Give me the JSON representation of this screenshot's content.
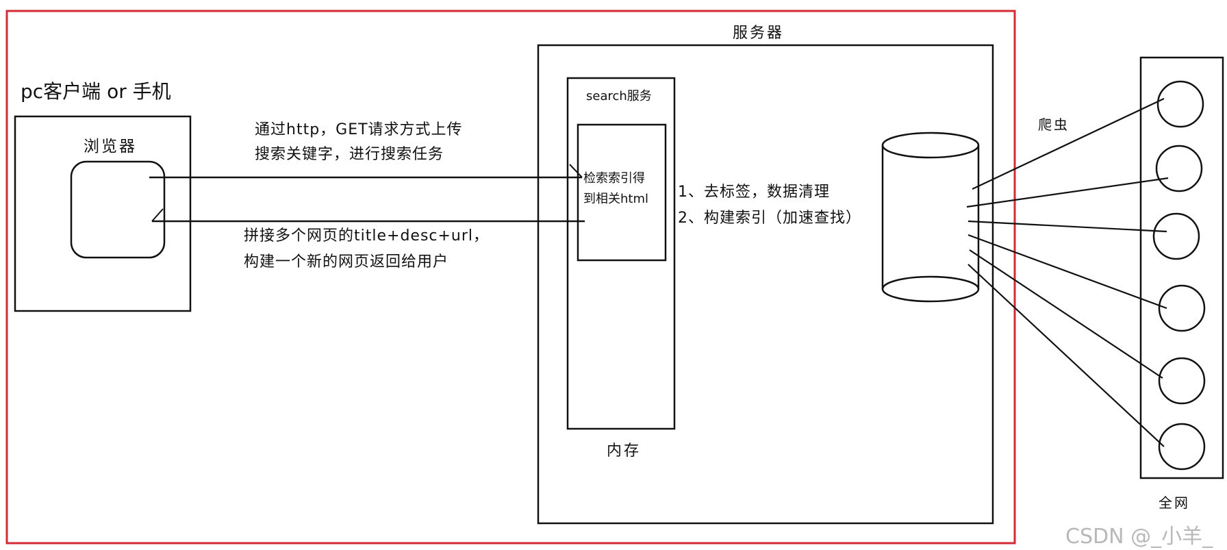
{
  "labels": {
    "client": "pc客户端 or 手机",
    "browser": "浏览器",
    "server": "服务器",
    "search_service": "search服务",
    "retrieve_line1": "检索索引得",
    "retrieve_line2": "到相关html",
    "memory": "内存",
    "request_line1": "通过http，GET请求方式上传",
    "request_line2": "搜索关键字，进行搜索任务",
    "response_line1": "拼接多个网页的title+desc+url，",
    "response_line2": "构建一个新的网页返回给用户",
    "process_line1": "1、去标签，数据清理",
    "process_line2": "2、构建索引（加速查找）",
    "crawler": "爬虫",
    "whole_web": "全网",
    "watermark": "CSDN @_小羊_"
  },
  "colors": {
    "frame": "#d42a35",
    "stroke": "#111111",
    "watermark": "#b8b8b8"
  }
}
